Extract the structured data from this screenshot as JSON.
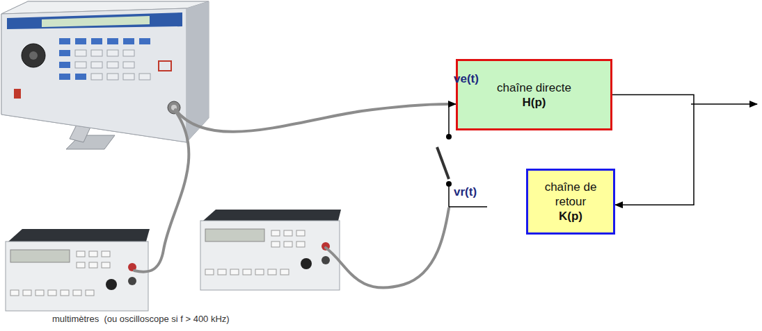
{
  "diagram": {
    "nodes": [
      {
        "text": [
          "chaîne directe",
          "H(p)"
        ]
      },
      {
        "text": [
          "chaîne de retour",
          "K(p)"
        ]
      }
    ],
    "edges": [
      {
        "from": 0,
        "to": 1,
        "arrow": "to"
      }
    ],
    "labels": [
      "ve(t)",
      "vr(t)",
      "multimètres  (ou oscilloscope si f > 400 kHz)"
    ]
  }
}
